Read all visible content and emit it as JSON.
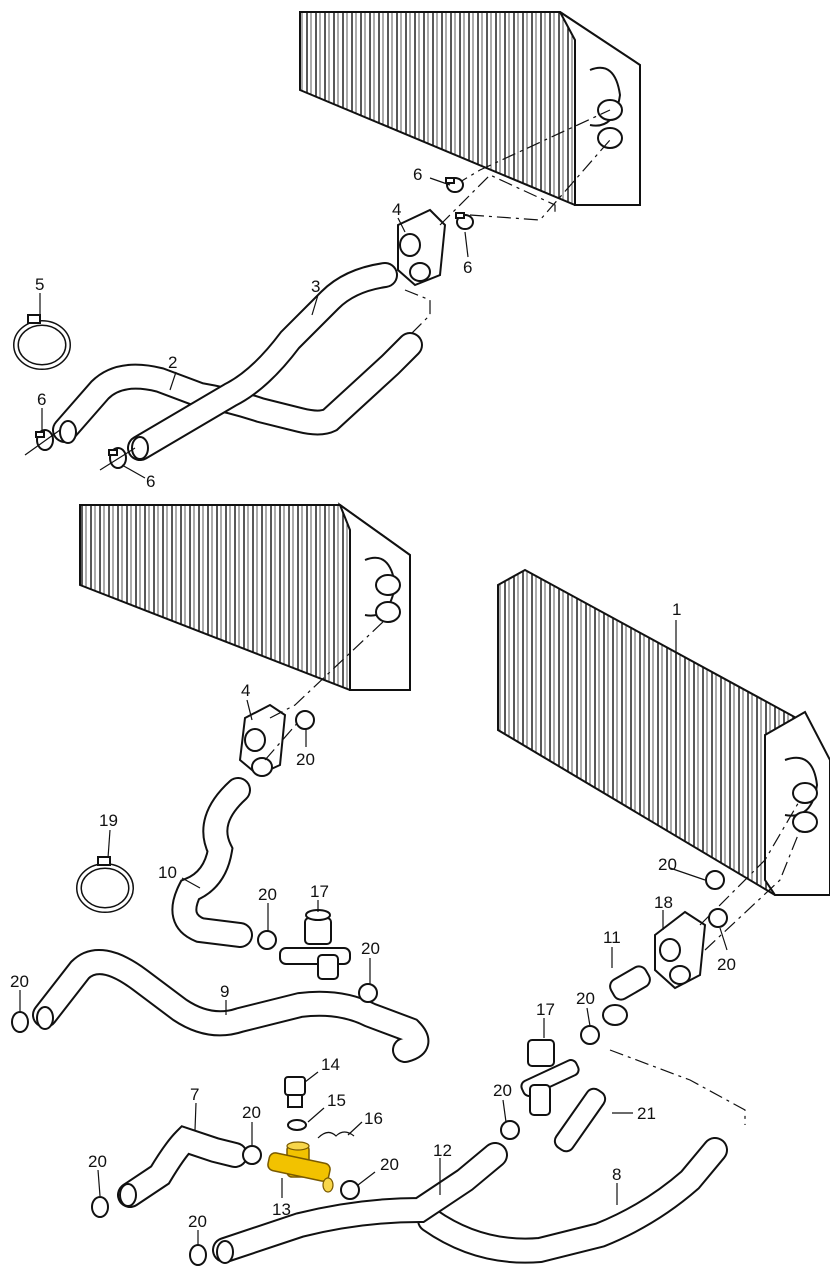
{
  "callouts": {
    "radiator": "1",
    "hose_2": "2",
    "hose_3": "3",
    "flange_4_top": "4",
    "flange_4_mid": "4",
    "clamp_5": "5",
    "clamp_6_a": "6",
    "clamp_6_b": "6",
    "clamp_6_c": "6",
    "clamp_6_d": "6",
    "hose_7": "7",
    "hose_8": "8",
    "hose_9": "9",
    "hose_10": "10",
    "valve_11": "11",
    "hose_12": "12",
    "tee_13": "13",
    "sensor_14": "14",
    "oring_15": "15",
    "clip_16": "16",
    "valve_17_a": "17",
    "valve_17_b": "17",
    "flange_18": "18",
    "clamp_19": "19",
    "clamp_20_list": [
      "20",
      "20",
      "20",
      "20",
      "20",
      "20",
      "20",
      "20",
      "20",
      "20",
      "20",
      "20"
    ],
    "connector_21": "21"
  },
  "colors": {
    "line": "#111111",
    "highlight_part": "#f2c200",
    "highlight_stroke": "#7a5a00"
  }
}
